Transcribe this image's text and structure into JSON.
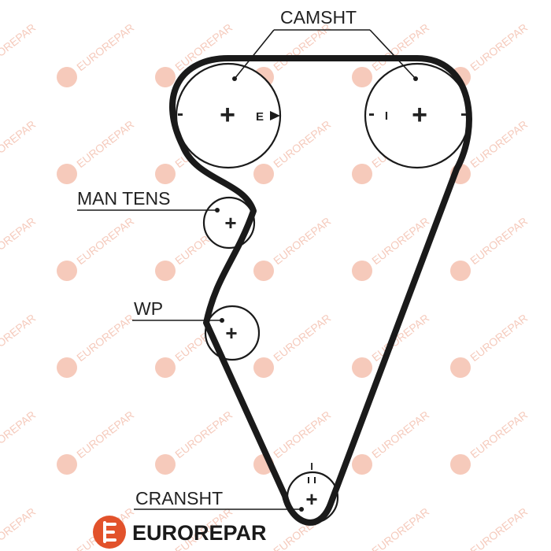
{
  "diagram": {
    "labels": {
      "camshaft": "CAMSHT",
      "manual_tensioner": "MAN TENS",
      "water_pump": "WP",
      "crankshaft": "CRANSHT"
    },
    "timing_marks": {
      "left_cam_minus": "-",
      "left_cam_plus": "+",
      "left_cam_e": "E",
      "right_cam_minus_left": "-",
      "right_cam_i": "I",
      "right_cam_plus": "+",
      "right_cam_minus_right": "-",
      "tensioner_plus": "+",
      "water_pump_plus": "+",
      "crank_plus": "+",
      "crank_mark": "I"
    }
  },
  "brand": {
    "name": "EUROREPAR",
    "accent_color": "#e2522b",
    "watermark_text": "EUROREPAR",
    "watermark_color": "#f3b8a4"
  }
}
